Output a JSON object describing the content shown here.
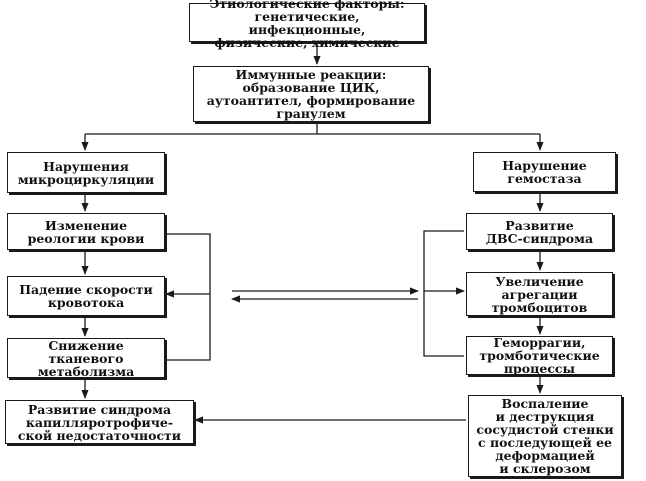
{
  "nodes": {
    "etiology": "Этиологические факторы:\nгенетические, инфекционные,\nфизические, химические",
    "immune": "Иммунные реакции:\nобразование ЦИК,\nаутоантител, формирование\nгранулем",
    "microcirculation": "Нарушения\nмикроциркуляции",
    "hemostasis": "Нарушение\nгемостаза",
    "rheology": "Изменение\nреологии крови",
    "dic": "Развитие\nДВС-синдрома",
    "blood_flow": "Падение скорости\nкровотока",
    "platelets": "Увеличение\nагрегации\nтромбоцитов",
    "metabolism": "Снижение\nтканевого\nметаболизма",
    "hemorrhage": "Геморрагии,\nтромботические\nпроцессы",
    "capillary": "Развитие синдрома\nкапилляротрофиче-\nской недостаточности",
    "vessel_wall": "Воспаление\nи деструкция\nсосудистой стенки\nс последующей ее\nдеформацией\nи склерозом"
  }
}
